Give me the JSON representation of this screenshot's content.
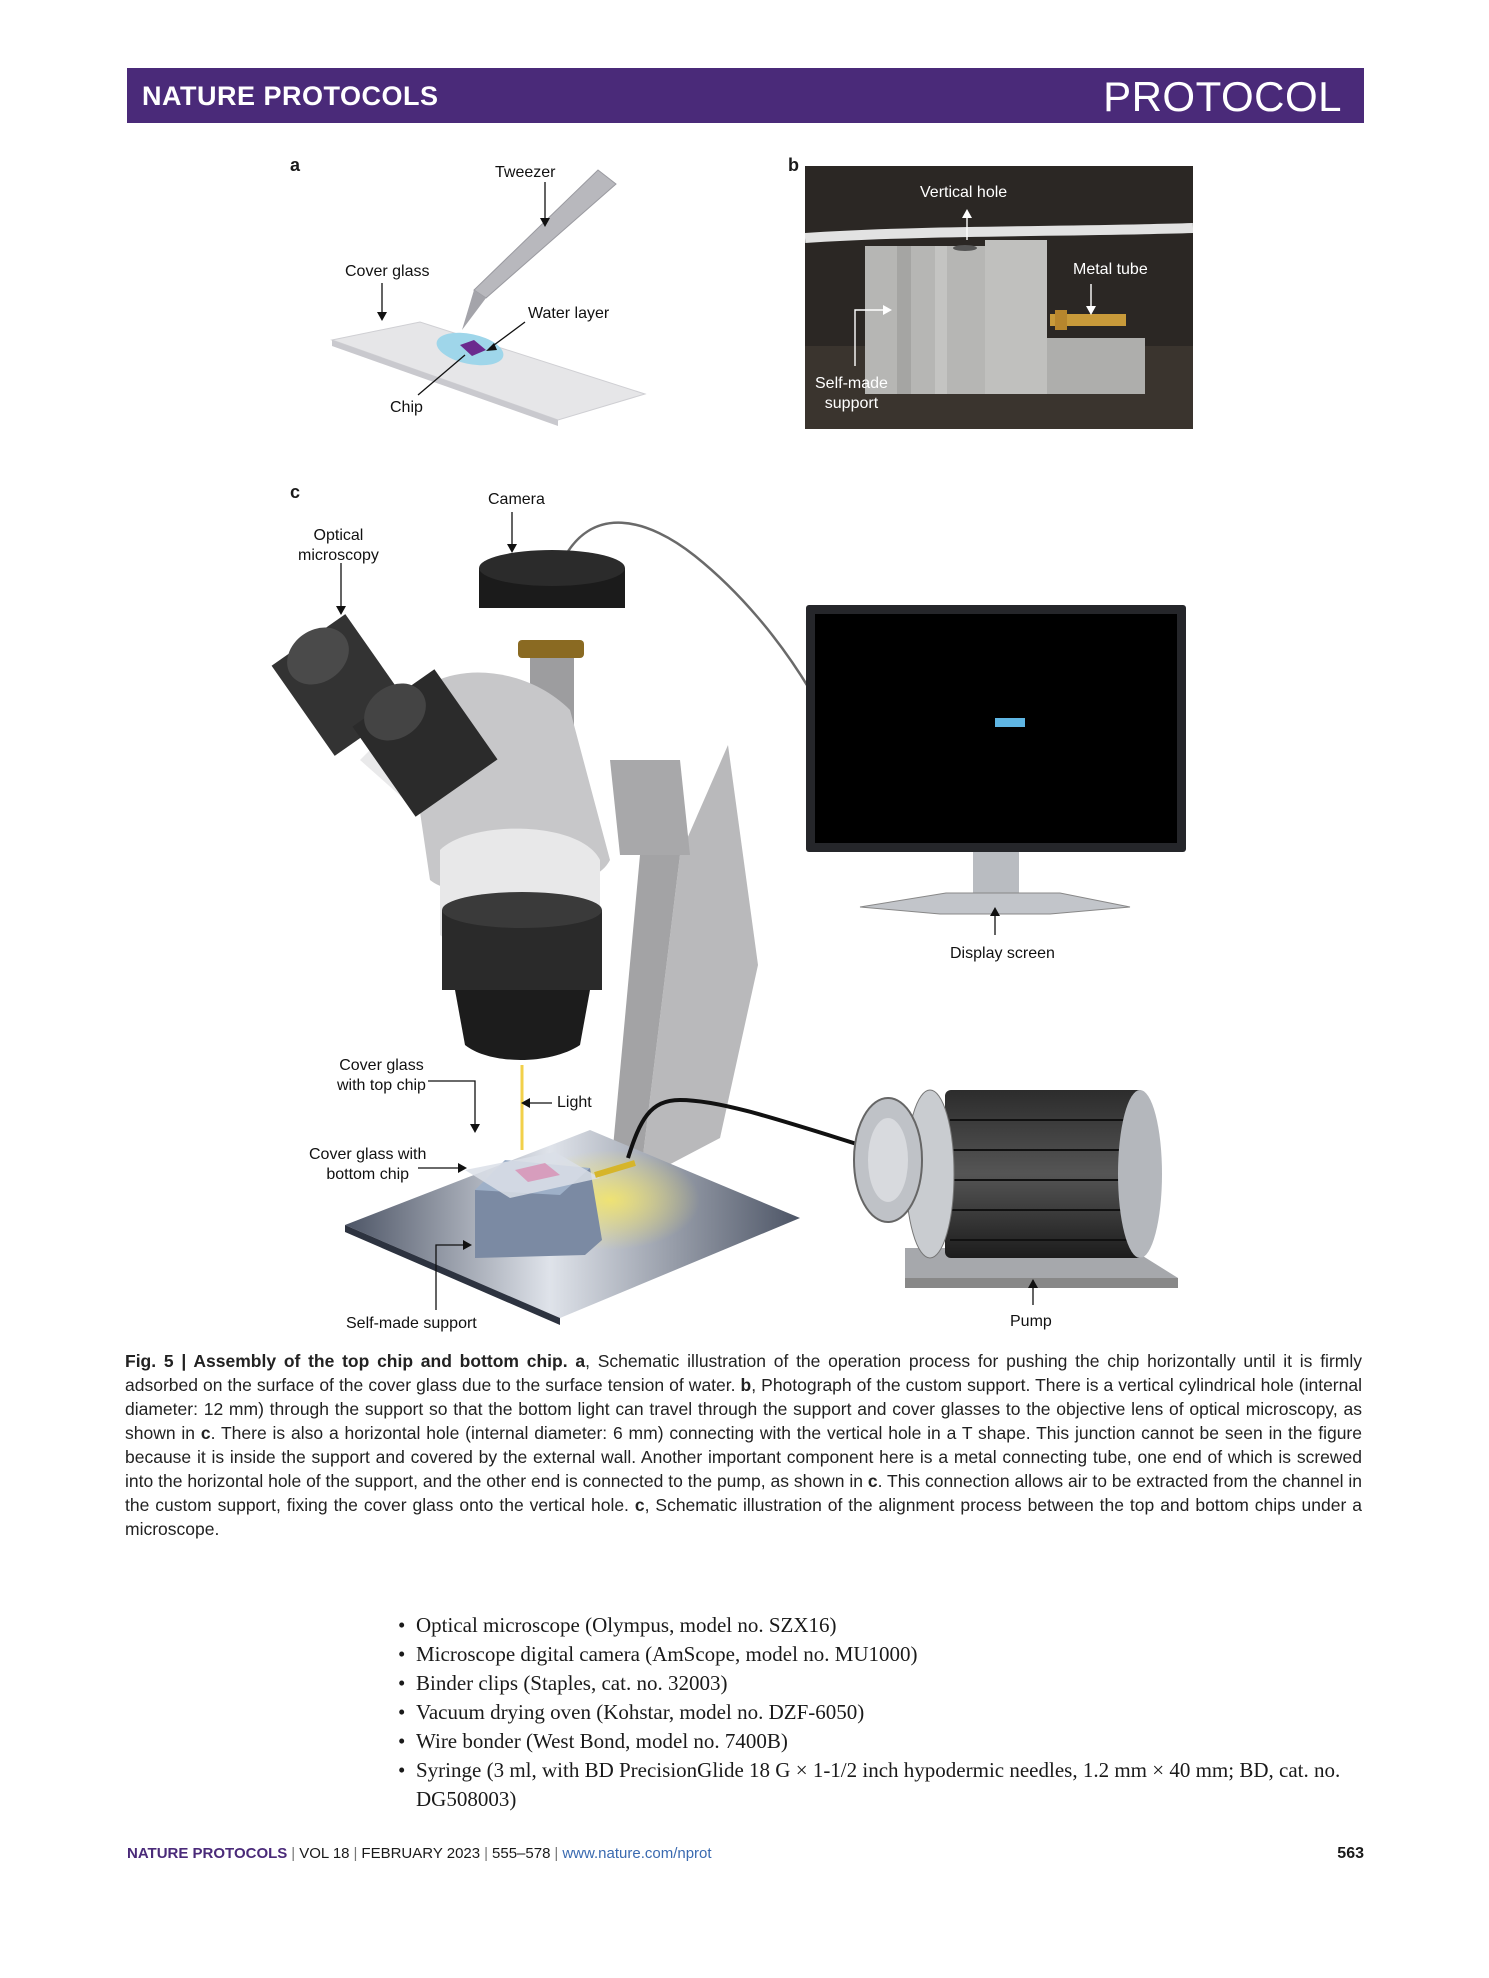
{
  "header": {
    "journal": "NATURE PROTOCOLS",
    "section": "PROTOCOL"
  },
  "figure": {
    "panels": {
      "a": "a",
      "b": "b",
      "c": "c"
    },
    "panel_a_labels": {
      "tweezer": "Tweezer",
      "cover_glass": "Cover glass",
      "water_layer": "Water layer",
      "chip": "Chip"
    },
    "panel_b_labels": {
      "vertical_hole": "Vertical hole",
      "metal_tube": "Metal tube",
      "self_made_support_1": "Self-made",
      "self_made_support_2": "support"
    },
    "panel_c_labels": {
      "camera": "Camera",
      "optical_microscopy_1": "Optical",
      "optical_microscopy_2": "microscopy",
      "display_screen": "Display screen",
      "cover_glass_top_1": "Cover glass",
      "cover_glass_top_2": "with top chip",
      "light": "Light",
      "cover_glass_bottom_1": "Cover glass with",
      "cover_glass_bottom_2": "bottom chip",
      "self_made_support": "Self-made support",
      "pump": "Pump"
    }
  },
  "caption": {
    "fig_label": "Fig. 5 | Assembly of the top chip and bottom chip.",
    "a": "a",
    "t1": ", Schematic illustration of the operation process for pushing the chip horizontally until it is firmly adsorbed on the surface of the cover glass due to the surface tension of water. ",
    "b": "b",
    "t2": ", Photograph of the custom support. There is a vertical cylindrical hole (internal diameter: 12 mm) through the support so that the bottom light can travel through the support and cover glasses to the objective lens of optical microscopy, as shown in ",
    "c1": "c",
    "t3": ". There is also a horizontal hole (internal diameter: 6 mm) connecting with the vertical hole in a T shape. This junction cannot be seen in the figure because it is inside the support and covered by the external wall. Another important component here is a metal connecting tube, one end of which is screwed into the horizontal hole of the support, and the other end is connected to the pump, as shown in ",
    "c2": "c",
    "t4": ". This connection allows air to be extracted from the channel in the custom support, fixing the cover glass onto the vertical hole. ",
    "c3": "c",
    "t5": ", Schematic illustration of the alignment process between the top and bottom chips under a microscope."
  },
  "equipment": [
    "Optical microscope (Olympus, model no. SZX16)",
    "Microscope digital camera (AmScope, model no. MU1000)",
    "Binder clips (Staples, cat. no. 32003)",
    "Vacuum drying oven (Kohstar, model no. DZF-6050)",
    "Wire bonder (West Bond, model no. 7400B)",
    "Syringe (3 ml, with BD PrecisionGlide 18 G × 1-1/2 inch hypodermic needles, 1.2 mm × 40 mm; BD, cat. no. DG508003)"
  ],
  "footer": {
    "journal": "NATURE PROTOCOLS",
    "volume": "VOL 18",
    "date": "FEBRUARY 2023",
    "pages": "555–578",
    "url": "www.nature.com/nprot",
    "page": "563"
  },
  "colors": {
    "header_bg": "#4a2a79",
    "url": "#3a6ab0"
  }
}
